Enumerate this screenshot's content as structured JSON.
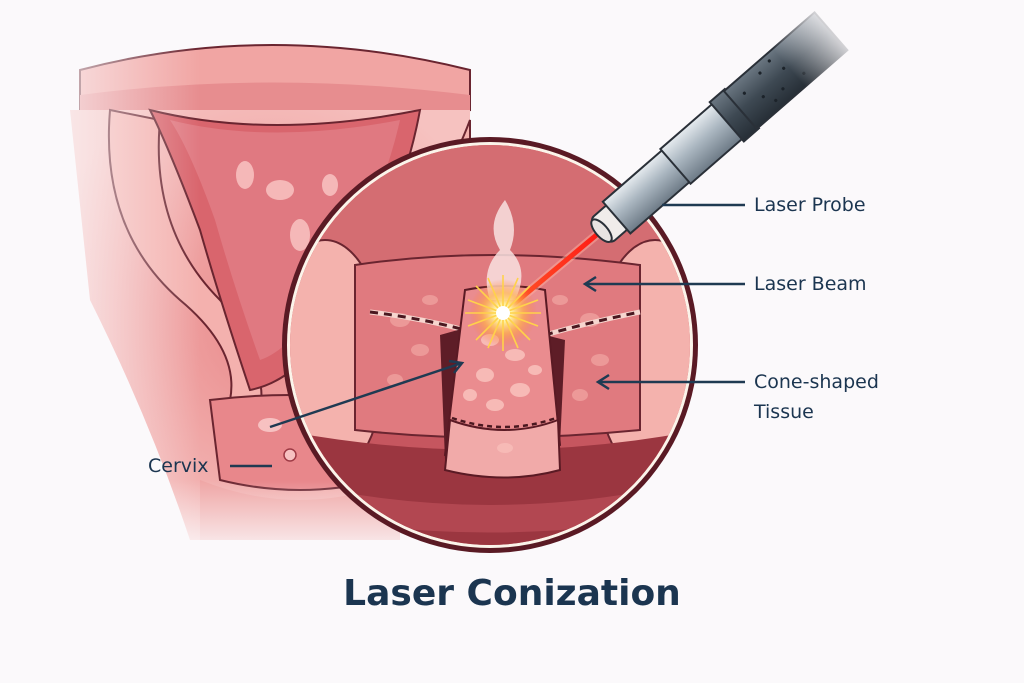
{
  "figure": {
    "title": "Laser Conization",
    "labels": {
      "laser_probe": "Laser Probe",
      "laser_beam": "Laser Beam",
      "cone_tissue_line1": "Cone-shaped",
      "cone_tissue_line2": "Tissue",
      "cervix": "Cervix"
    },
    "colors": {
      "background": "#fbf9fb",
      "label_text": "#1b3550",
      "leader_line": "#1f3a52",
      "tissue_light": "#f2a3a0",
      "tissue_mid": "#e0777a",
      "tissue_dark": "#b5454f",
      "outline": "#5a1a24",
      "laser_red": "#ff2a1a",
      "probe_metal": "#b8c3cc",
      "probe_dark": "#3b4650"
    },
    "icons": {
      "probe": "laser-probe-icon",
      "beam": "laser-beam-icon",
      "spark": "laser-flash-icon",
      "smoke": "smoke-icon"
    }
  }
}
